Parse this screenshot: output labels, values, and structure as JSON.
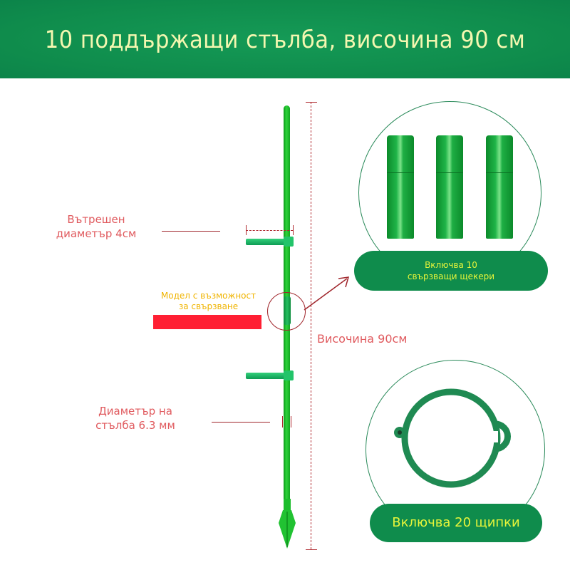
{
  "banner": {
    "title": "10 поддържащи стълба, височина 90 см"
  },
  "labels": {
    "inner_diameter": [
      "Вътрешен",
      "диаметър 4см"
    ],
    "connectable_model": [
      "Модел с възможност",
      "за свързване"
    ],
    "height": "Височина 90см",
    "pole_diameter": [
      "Диаметър на",
      "стълба 6.3 мм"
    ]
  },
  "connectors_panel": {
    "caption": [
      "Включва 10",
      "свързващи щекери"
    ],
    "count": 3
  },
  "clips_panel": {
    "caption": "Включва 20 щипки"
  },
  "colors": {
    "banner": "#0f8c4c",
    "caption_text": "#e7f53a",
    "title_text": "#f4f7b0",
    "annotation": "#e05a5e",
    "pole": "#1fc62e",
    "highlight_bar": "#ff1f33",
    "note": "#f0b400"
  }
}
